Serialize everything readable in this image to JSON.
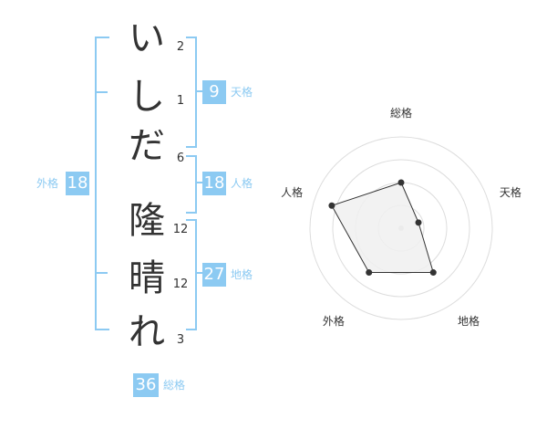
{
  "name_characters": [
    {
      "char": "い",
      "strokes": "2"
    },
    {
      "char": "し",
      "strokes": "1"
    },
    {
      "char": "だ",
      "strokes": "6"
    },
    {
      "char": "隆",
      "strokes": "12"
    },
    {
      "char": "晴",
      "strokes": "12"
    },
    {
      "char": "れ",
      "strokes": "3"
    }
  ],
  "kaku": {
    "tenkaku": {
      "label": "天格",
      "value": "9"
    },
    "jinkaku": {
      "label": "人格",
      "value": "18"
    },
    "chikaku": {
      "label": "地格",
      "value": "27"
    },
    "gaikaku": {
      "label": "外格",
      "value": "18"
    },
    "soukaku": {
      "label": "総格",
      "value": "36"
    }
  },
  "radar": {
    "axes": [
      "総格",
      "天格",
      "地格",
      "外格",
      "人格"
    ],
    "values": [
      0.5,
      0.2,
      0.6,
      0.6,
      0.8
    ],
    "rings": 4,
    "line_color": "#333333",
    "fill_color": "#f0f0f0",
    "ring_color": "#dddddd"
  },
  "colors": {
    "accent": "#8ccaf2",
    "text": "#333333"
  }
}
